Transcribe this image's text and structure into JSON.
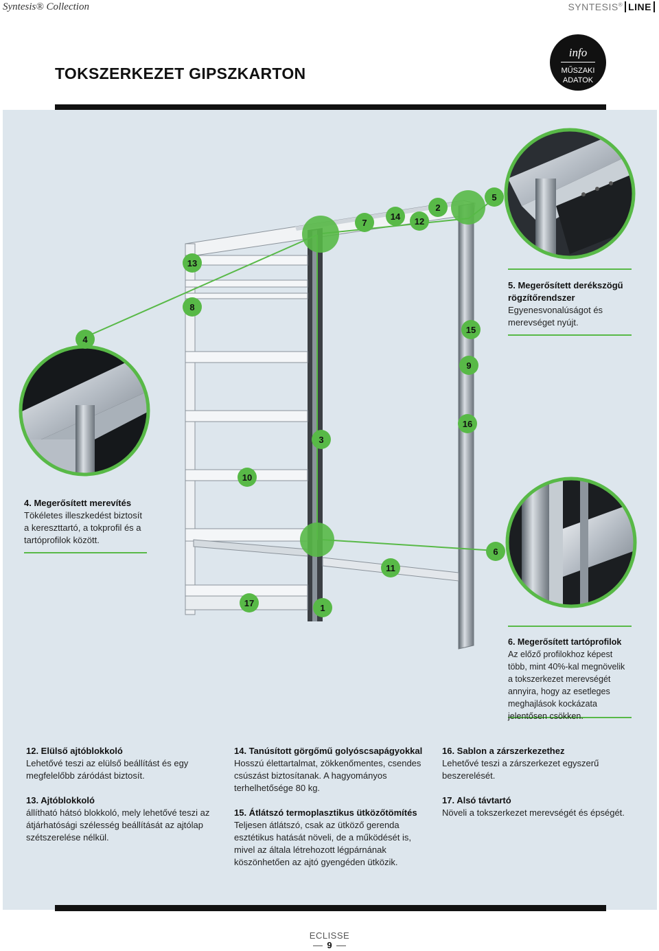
{
  "header": {
    "collection": "Syntesis® Collection",
    "brand_main": "SYNTESIS",
    "brand_reg": "®",
    "brand_line": "LINE",
    "title": "TOKSZERKEZET GIPSZKARTON"
  },
  "info_badge": {
    "word": "info",
    "line1": "MŰSZAKI",
    "line2": "ADATOK"
  },
  "callouts": [
    "1",
    "2",
    "3",
    "4",
    "5",
    "6",
    "7",
    "8",
    "9",
    "10",
    "11",
    "12",
    "13",
    "14",
    "15",
    "16",
    "17"
  ],
  "captions": {
    "c5": {
      "title": "5. Megerősített derékszögű rögzítőrendszer",
      "text": "Egyenesvonalúságot és merevséget nyújt."
    },
    "c4": {
      "title": "4. Megerősített merevítés",
      "text": "Tökéletes illeszkedést biztosít a kereszttartó, a tokprofil és a tartóprofilok között."
    },
    "c6": {
      "title": "6. Megerősített tartóprofilok",
      "text": "Az előző profilokhoz képest több, mint 40%-kal megnövelik a tokszerkezet merevségét annyira, hogy az esetleges meghajlások kockázata jelentősen csökken."
    }
  },
  "notes": {
    "n12": {
      "title": "12. Elülső ajtóblokkoló",
      "text": "Lehetővé teszi az elülső beállítást és egy megfelelőbb záródást biztosít."
    },
    "n13": {
      "title": "13. Ajtóblokkoló",
      "text": "állítható hátsó blokkoló, mely lehetővé teszi az átjárhatósági szélesség beállítását az ajtólap szétszerelése nélkül."
    },
    "n14": {
      "title": "14. Tanúsított görgőmű golyóscsapágyokkal",
      "text": "Hosszú élettartalmat, zökkenőmentes, csendes csúszást biztosítanak. A hagyományos terhelhetősége 80 kg."
    },
    "n15": {
      "title": "15. Átlátszó termoplasztikus ütközőtömítés",
      "text": "Teljesen átlátszó, csak az ütköző gerenda esztétikus hatását növeli, de a működését is, mivel az általa létrehozott légpárnának köszönhetően az ajtó gyengéden ütközik."
    },
    "n16": {
      "title": "16. Sablon a zárszerkezethez",
      "text": "Lehetővé teszi a zárszerkezet egyszerű beszerelését."
    },
    "n17": {
      "title": "17. Alsó távtartó",
      "text": "Növeli a tokszerkezet merevségét és épségét."
    }
  },
  "footer": {
    "brand": "ECLISSE",
    "page": "9"
  },
  "colors": {
    "accent": "#58b947",
    "panel": "#dde6ed",
    "dark": "#111111"
  }
}
